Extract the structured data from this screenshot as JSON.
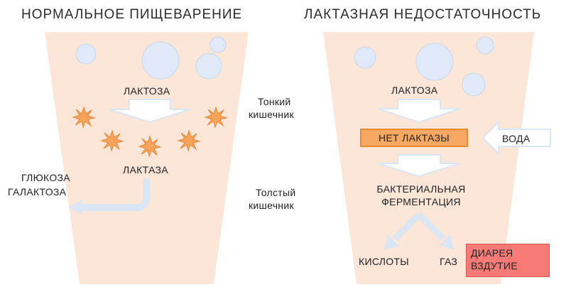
{
  "left_panel": {
    "title": "НОРМАЛЬНОЕ ПИЩЕВАРЕНИЕ",
    "lactose": "ЛАКТОЗА",
    "lactase": "ЛАКТАЗА",
    "glucose": "ГЛЮКОЗА",
    "galactose": "ГАЛАКТОЗА"
  },
  "middle": {
    "small_intestine_1": "Тонкий",
    "small_intestine_2": "кишечник",
    "large_intestine_1": "Толстый",
    "large_intestine_2": "кишечник"
  },
  "right_panel": {
    "title": "ЛАКТАЗНАЯ НЕДОСТАТОЧНОСТЬ",
    "lactose": "ЛАКТОЗА",
    "no_lactase": "НЕТ ЛАКТАЗЫ",
    "water": "ВОДА",
    "fermentation_1": "БАКТЕРИАЛЬНАЯ",
    "fermentation_2": "ФЕРМЕНТАЦИЯ",
    "acids": "КИСЛОТЫ",
    "gas": "ГАЗ",
    "diarrhea": "ДИАРЕЯ",
    "bloating": "ВЗДУТИЕ"
  },
  "colors": {
    "funnel": "#fbe6d8",
    "bubble": "#dfe9f7",
    "arrow": "#dbe6f4",
    "enzyme": "#f5a45a",
    "no_lactase_box": "#f7a862",
    "diarrhea_box": "#f77a76"
  }
}
